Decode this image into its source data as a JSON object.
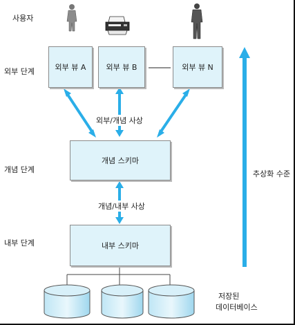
{
  "levels": {
    "user": "사용자",
    "external": "외부 단계",
    "conceptual": "개념 단계",
    "internal": "내부 단계"
  },
  "external_views": {
    "a": "외부 뷰 A",
    "b": "외부 뷰 B",
    "n": "외부 뷰 N"
  },
  "conceptual_schema": "개념 스키마",
  "internal_schema": "내부 스키마",
  "mappings": {
    "external_conceptual": "외부/개념 사상",
    "conceptual_internal": "개념/내부 사상"
  },
  "abstraction_level": "추상화 수준",
  "stored_db": {
    "line1": "저장된",
    "line2": "데이터베이스"
  },
  "colors": {
    "box_fill": "#dff3fa",
    "arrow": "#2aaee8"
  },
  "icons": [
    "person-icon",
    "printer-icon",
    "person-icon"
  ]
}
